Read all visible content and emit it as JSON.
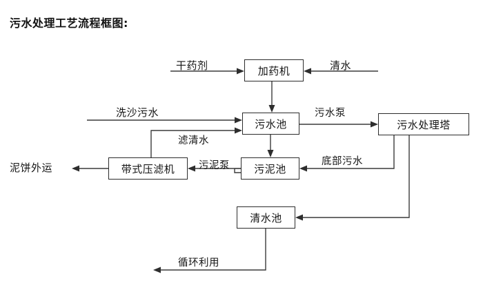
{
  "title": "污水处理工艺流程框图:",
  "diagram": {
    "type": "flowchart",
    "nodes": [
      {
        "id": "dosing-machine",
        "label": "加药机"
      },
      {
        "id": "sewage-pool",
        "label": "污水池"
      },
      {
        "id": "treatment-tower",
        "label": "污水处理塔"
      },
      {
        "id": "belt-filter-press",
        "label": "带式压滤机"
      },
      {
        "id": "sludge-pool",
        "label": "污泥池"
      },
      {
        "id": "clear-water-pool",
        "label": "清水池"
      }
    ],
    "terminals": [
      {
        "id": "dry-chemical",
        "label": "干药剂"
      },
      {
        "id": "clean-water-input",
        "label": "清水"
      },
      {
        "id": "sand-washing-sewage",
        "label": "洗沙污水"
      },
      {
        "id": "mud-cake-outbound",
        "label": "泥饼外运"
      }
    ],
    "edge_labels": [
      {
        "id": "sewage-pump",
        "label": "污水泵"
      },
      {
        "id": "filtered-clear-water",
        "label": "滤清水"
      },
      {
        "id": "sludge-pump",
        "label": "污泥泵"
      },
      {
        "id": "bottom-sewage",
        "label": "底部污水"
      },
      {
        "id": "recycle-reuse",
        "label": "循环利用"
      }
    ],
    "colors": {
      "line": "#3a3a3a",
      "box_border": "#2b2b2b",
      "text": "#151515",
      "background": "#ffffff"
    }
  }
}
